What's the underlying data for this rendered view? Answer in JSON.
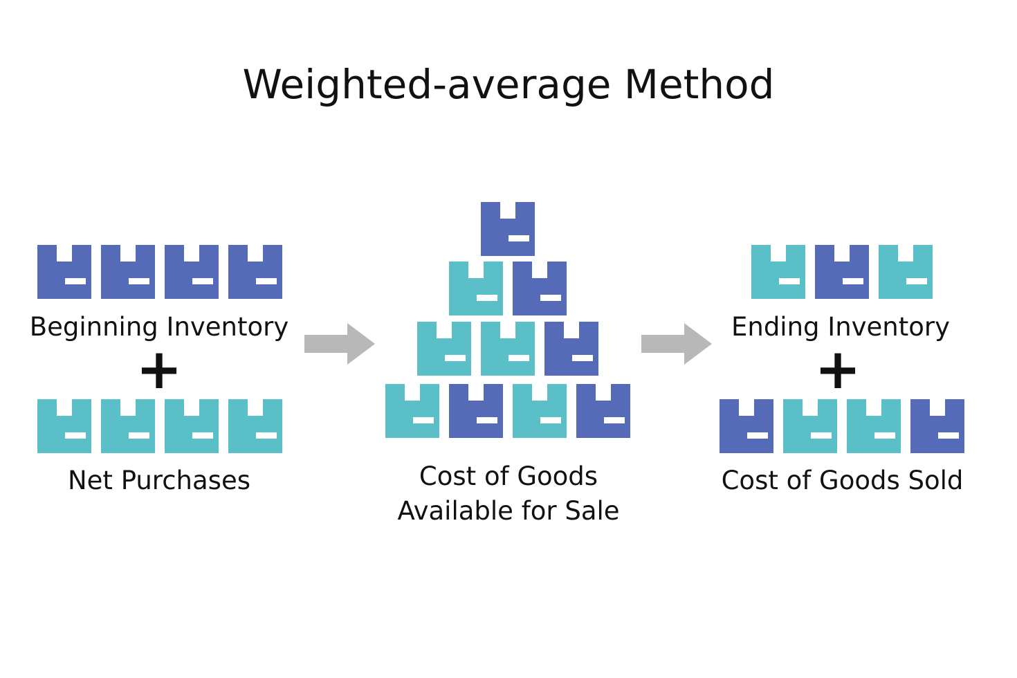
{
  "title": "Weighted-average Method",
  "colors": {
    "dark_box": "#566bb8",
    "light_box": "#5bbfc7",
    "arrow": "#b8b8b8",
    "text": "#111111"
  },
  "left": {
    "top_label": "Beginning Inventory",
    "operator": "+",
    "bottom_label": "Net Purchases",
    "top_boxes": [
      "dark",
      "dark",
      "dark",
      "dark"
    ],
    "bottom_boxes": [
      "light",
      "light",
      "light",
      "light"
    ]
  },
  "middle": {
    "label_line1": "Cost of Goods",
    "label_line2": "Available for Sale",
    "pyramid_rows": [
      [
        "dark"
      ],
      [
        "light",
        "dark"
      ],
      [
        "light",
        "light",
        "dark"
      ],
      [
        "light",
        "dark",
        "light",
        "dark"
      ]
    ]
  },
  "right": {
    "top_label": "Ending Inventory",
    "operator": "+",
    "bottom_label": "Cost of Goods Sold",
    "top_boxes": [
      "light",
      "dark",
      "light"
    ],
    "bottom_boxes": [
      "dark",
      "light",
      "light",
      "dark"
    ]
  },
  "arrows": [
    "arrow-right-icon",
    "arrow-right-icon"
  ]
}
